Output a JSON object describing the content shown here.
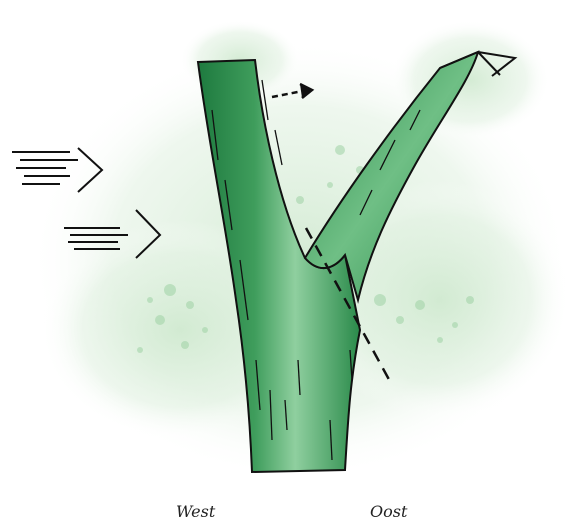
{
  "labels": {
    "west": "West",
    "oost": "Oost"
  },
  "colors": {
    "trunk_dark": "#1e7a3f",
    "trunk_mid": "#3f9d5c",
    "trunk_light": "#8fcf9f",
    "foliage": "#cfe9cf",
    "ink": "#111111"
  },
  "icons": [
    "wind-arrow-icon",
    "move-direction-arrow-icon",
    "cut-line"
  ]
}
